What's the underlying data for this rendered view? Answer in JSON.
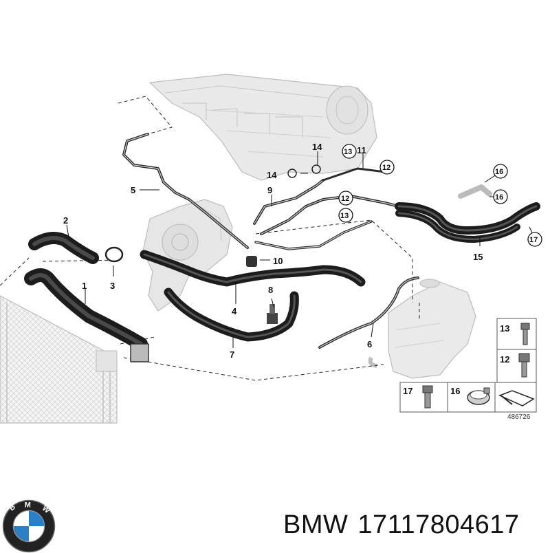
{
  "callouts": {
    "c1": "1",
    "c2": "2",
    "c3": "3",
    "c4": "4",
    "c5": "5",
    "c6": "6",
    "c7": "7",
    "c8": "8",
    "c9": "9",
    "c10": "10",
    "c11": "11",
    "c12a": "12",
    "c12b": "12",
    "c13a": "13",
    "c13b": "13",
    "c14a": "14",
    "c14b": "14",
    "c15": "15",
    "c16a": "16",
    "c16b": "16",
    "c17": "17"
  },
  "legend": {
    "box13": "13",
    "box12": "12",
    "box17": "17",
    "box16": "16"
  },
  "diagram_number": "486726",
  "caption": {
    "brand": "BMW",
    "part_number": "17117804617"
  },
  "logo": {
    "text": "BMW",
    "colors": {
      "blue": "#2b7fc4",
      "ring": "#111111"
    }
  }
}
